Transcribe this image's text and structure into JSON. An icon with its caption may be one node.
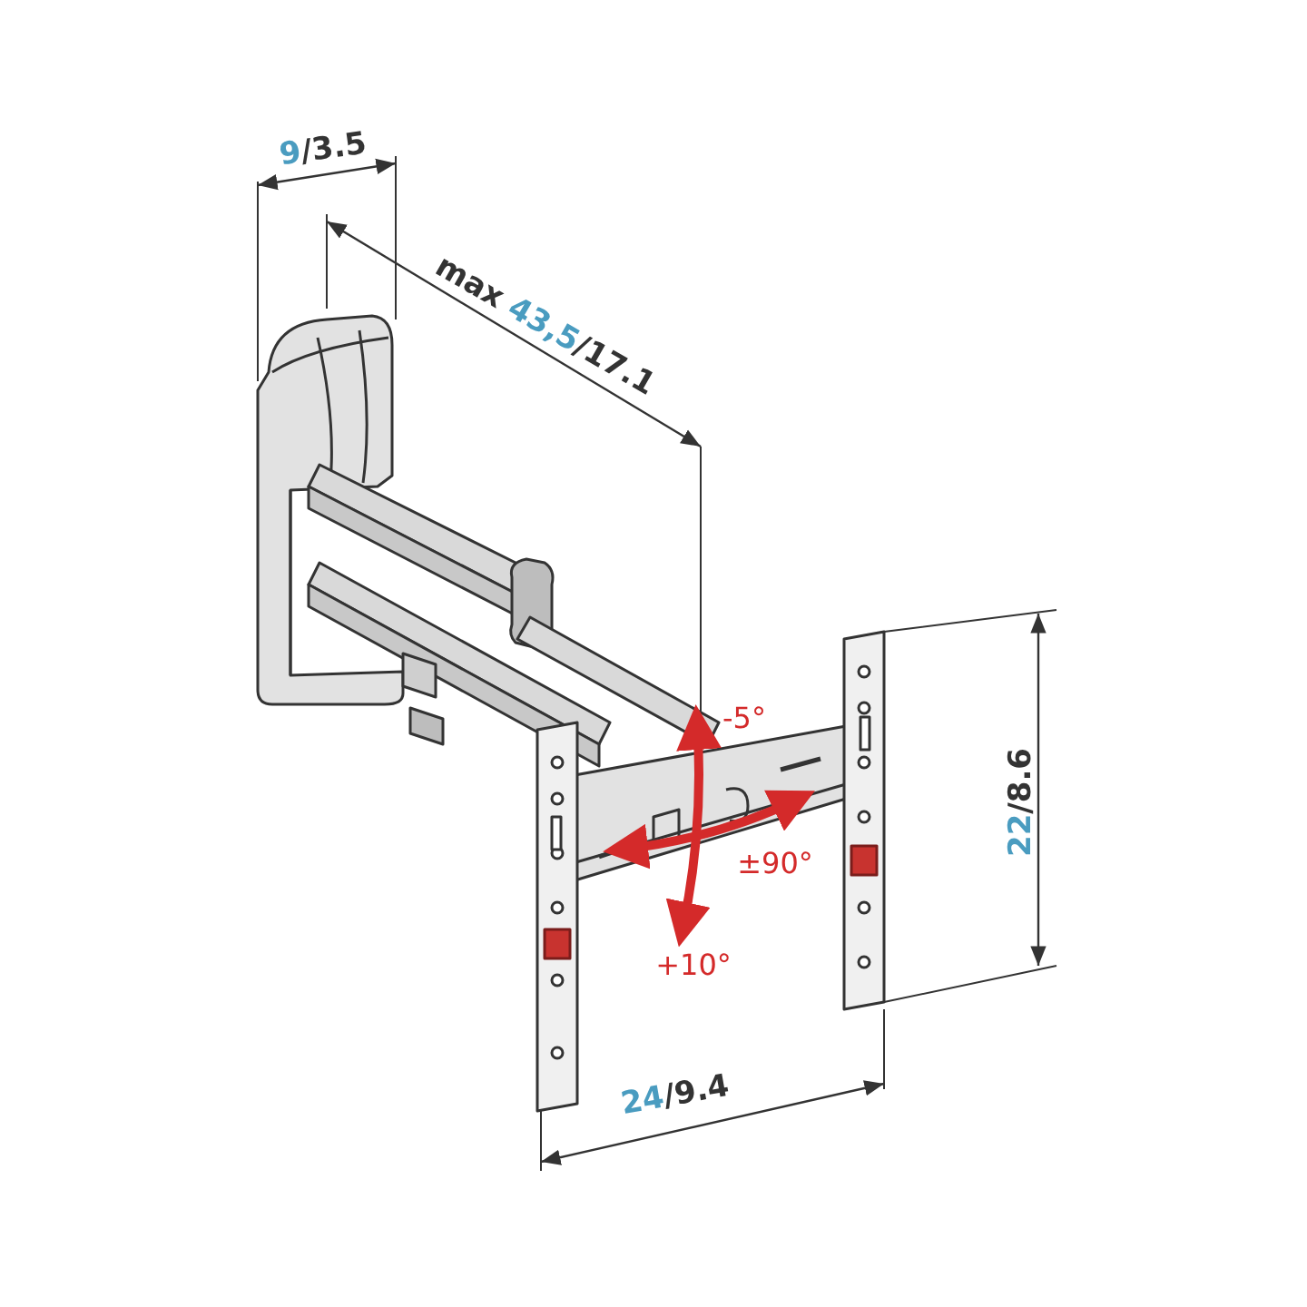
{
  "diagram": {
    "labels": [
      "9/3.5",
      "max 43,5/17.1",
      "-5°",
      "±90°",
      "+10°",
      "22/8.6",
      "24/9.4"
    ]
  }
}
